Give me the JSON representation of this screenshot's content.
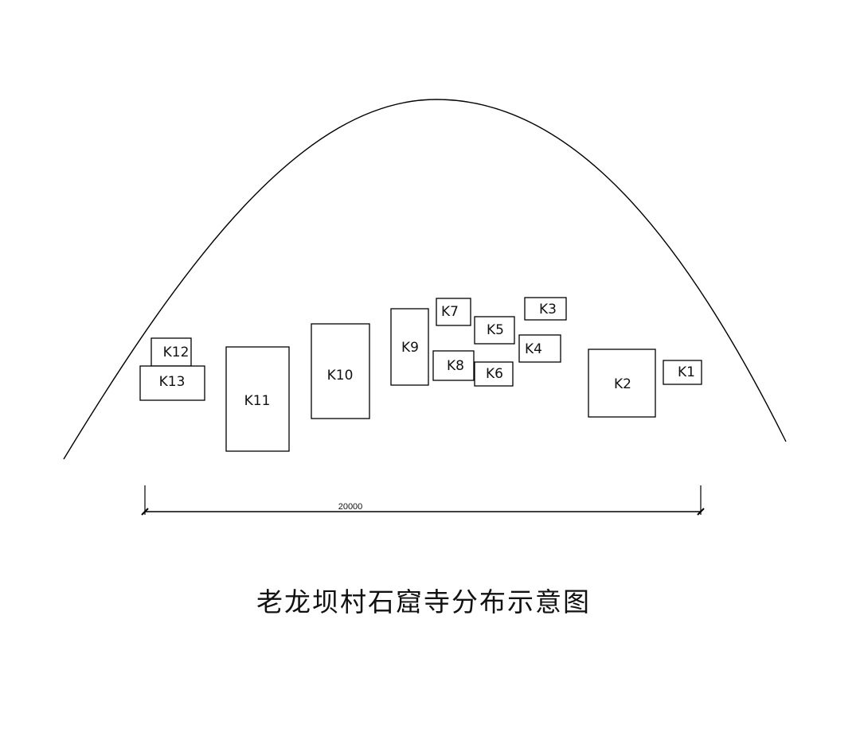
{
  "title": "老龙坝村石窟寺分布示意图",
  "dimension_label": "20000",
  "caves": [
    "K1",
    "K2",
    "K3",
    "K4",
    "K5",
    "K6",
    "K7",
    "K8",
    "K9",
    "K10",
    "K11",
    "K12",
    "K13"
  ]
}
